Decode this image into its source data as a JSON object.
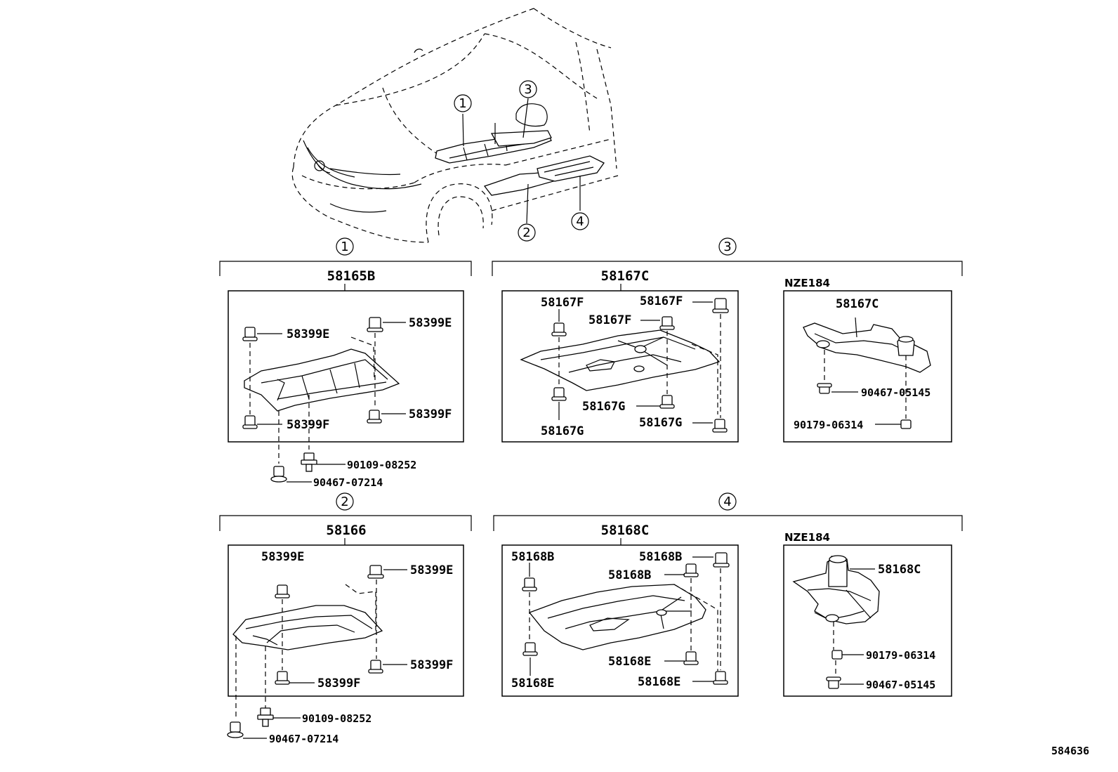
{
  "callouts": {
    "c1": "1",
    "c2": "2",
    "c3": "3",
    "c4": "4"
  },
  "groups": {
    "g1": {
      "callout": "1",
      "title": "58165B"
    },
    "g2": {
      "callout": "2",
      "title": "58166"
    },
    "g3": {
      "callout": "3",
      "title": "58167C"
    },
    "g4": {
      "callout": "4",
      "title": "58168C"
    }
  },
  "labels": {
    "g1_e_left": "58399E",
    "g1_e_right": "58399E",
    "g1_f_left": "58399F",
    "g1_f_right": "58399F",
    "g1_bolt": "90109-08252",
    "g1_clip": "90467-07214",
    "g2_e_left": "58399E",
    "g2_e_right": "58399E",
    "g2_f_left": "58399F",
    "g2_f_right": "58399F",
    "g2_bolt": "90109-08252",
    "g2_clip": "90467-07214",
    "g3_f_a": "58167F",
    "g3_f_b": "58167F",
    "g3_f_c": "58167F",
    "g3_g_a": "58167G",
    "g3_g_b": "58167G",
    "g3_g_c": "58167G",
    "g3n_model": "NZE184",
    "g3n_part": "58167C",
    "g3n_clip": "90467-05145",
    "g3n_screw": "90179-06314",
    "g4_b_a": "58168B",
    "g4_b_b": "58168B",
    "g4_b_c": "58168B",
    "g4_e_a": "58168E",
    "g4_e_b": "58168E",
    "g4_e_c": "58168E",
    "g4n_model": "NZE184",
    "g4n_part": "58168C",
    "g4n_screw": "90179-06314",
    "g4n_clip": "90467-05145"
  },
  "figure_id": "584636"
}
